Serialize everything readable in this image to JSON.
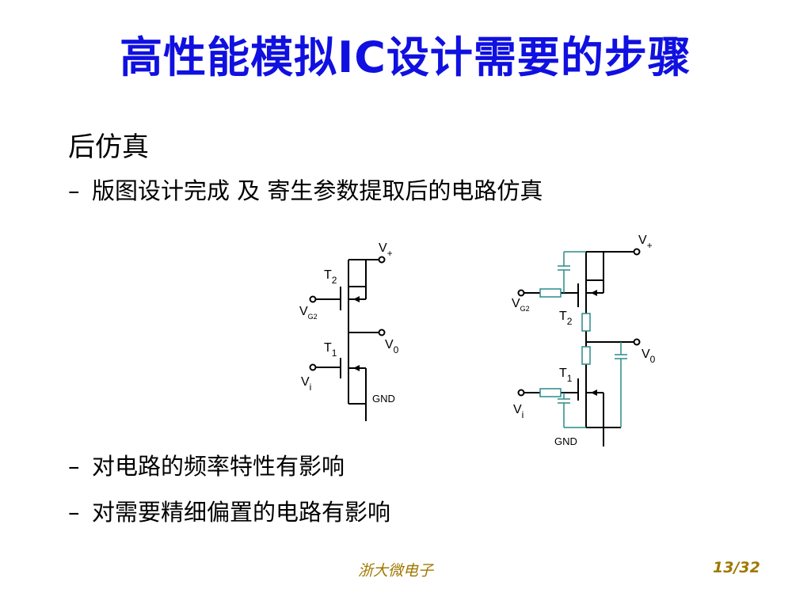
{
  "slide": {
    "title": "高性能模拟IC设计需要的步骤",
    "heading": "后仿真",
    "bullets": [
      {
        "dash": "–",
        "text": "版图设计完成 及 寄生参数提取后的电路仿真"
      },
      {
        "dash": "–",
        "text": "对电路的频率特性有影响"
      },
      {
        "dash": "–",
        "text": "对需要精细偏置的电路有影响"
      }
    ]
  },
  "circuit_left": {
    "vplus": "V",
    "vplus_sub": "+",
    "t2": "T",
    "t2_sub": "2",
    "vg2": "V",
    "vg2_sub": "G2",
    "t1": "T",
    "t1_sub": "1",
    "vo": "V",
    "vo_sub": "0",
    "vi": "V",
    "vi_sub": "i",
    "gnd": "GND"
  },
  "circuit_right": {
    "vplus": "V",
    "vplus_sub": "+",
    "vg2": "V",
    "vg2_sub": "G2",
    "t2": "T",
    "t2_sub": "2",
    "vo": "V",
    "vo_sub": "0",
    "t1": "T",
    "t1_sub": "1",
    "vi": "V",
    "vi_sub": "i",
    "gnd": "GND"
  },
  "footer": {
    "center": "浙大微电子",
    "page": "13/32"
  },
  "colors": {
    "title": "#1010e0",
    "parasitic": "#2a8a8a",
    "footer": "#a07800"
  }
}
